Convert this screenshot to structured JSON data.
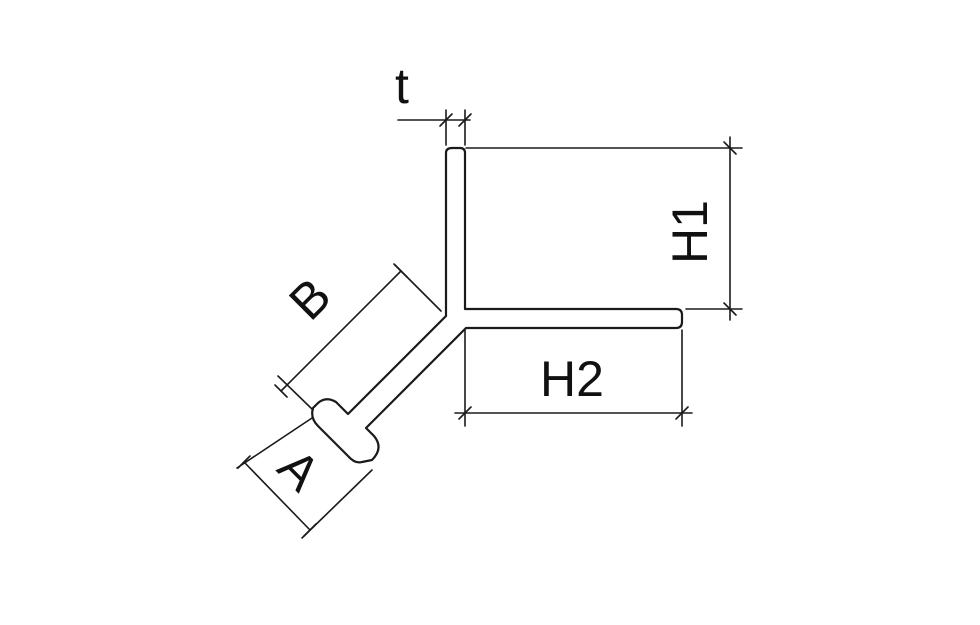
{
  "labels": {
    "t": "t",
    "h1": "H1",
    "h2": "H2",
    "a": "A",
    "b": "B"
  },
  "colors": {
    "line": "#1a1a1a",
    "background": "#ffffff"
  }
}
